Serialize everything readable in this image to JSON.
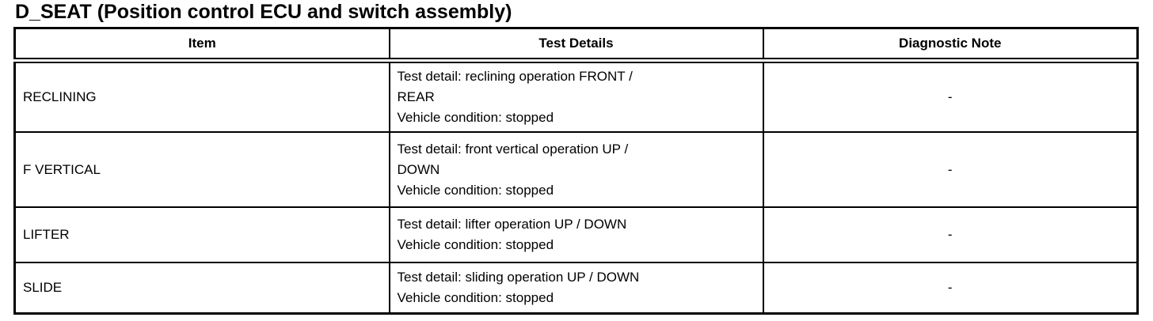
{
  "page": {
    "title": "D_SEAT (Position control ECU and switch assembly)"
  },
  "table": {
    "headers": {
      "item": "Item",
      "test_details": "Test Details",
      "diagnostic_note": "Diagnostic Note"
    },
    "rows": [
      {
        "item": "RECLINING",
        "test_details": "Test detail: reclining operation FRONT /\nREAR\nVehicle condition: stopped",
        "diagnostic_note": "-"
      },
      {
        "item": "F VERTICAL",
        "test_details": "Test detail: front vertical operation UP /\nDOWN\nVehicle condition: stopped",
        "diagnostic_note": "-"
      },
      {
        "item": "LIFTER",
        "test_details": "Test detail: lifter operation UP / DOWN\nVehicle condition: stopped",
        "diagnostic_note": "-"
      },
      {
        "item": "SLIDE",
        "test_details": "Test detail: sliding operation UP / DOWN\nVehicle condition: stopped",
        "diagnostic_note": "-"
      }
    ],
    "colors": {
      "border": "#000000",
      "text": "#000000",
      "background": "#ffffff"
    }
  }
}
